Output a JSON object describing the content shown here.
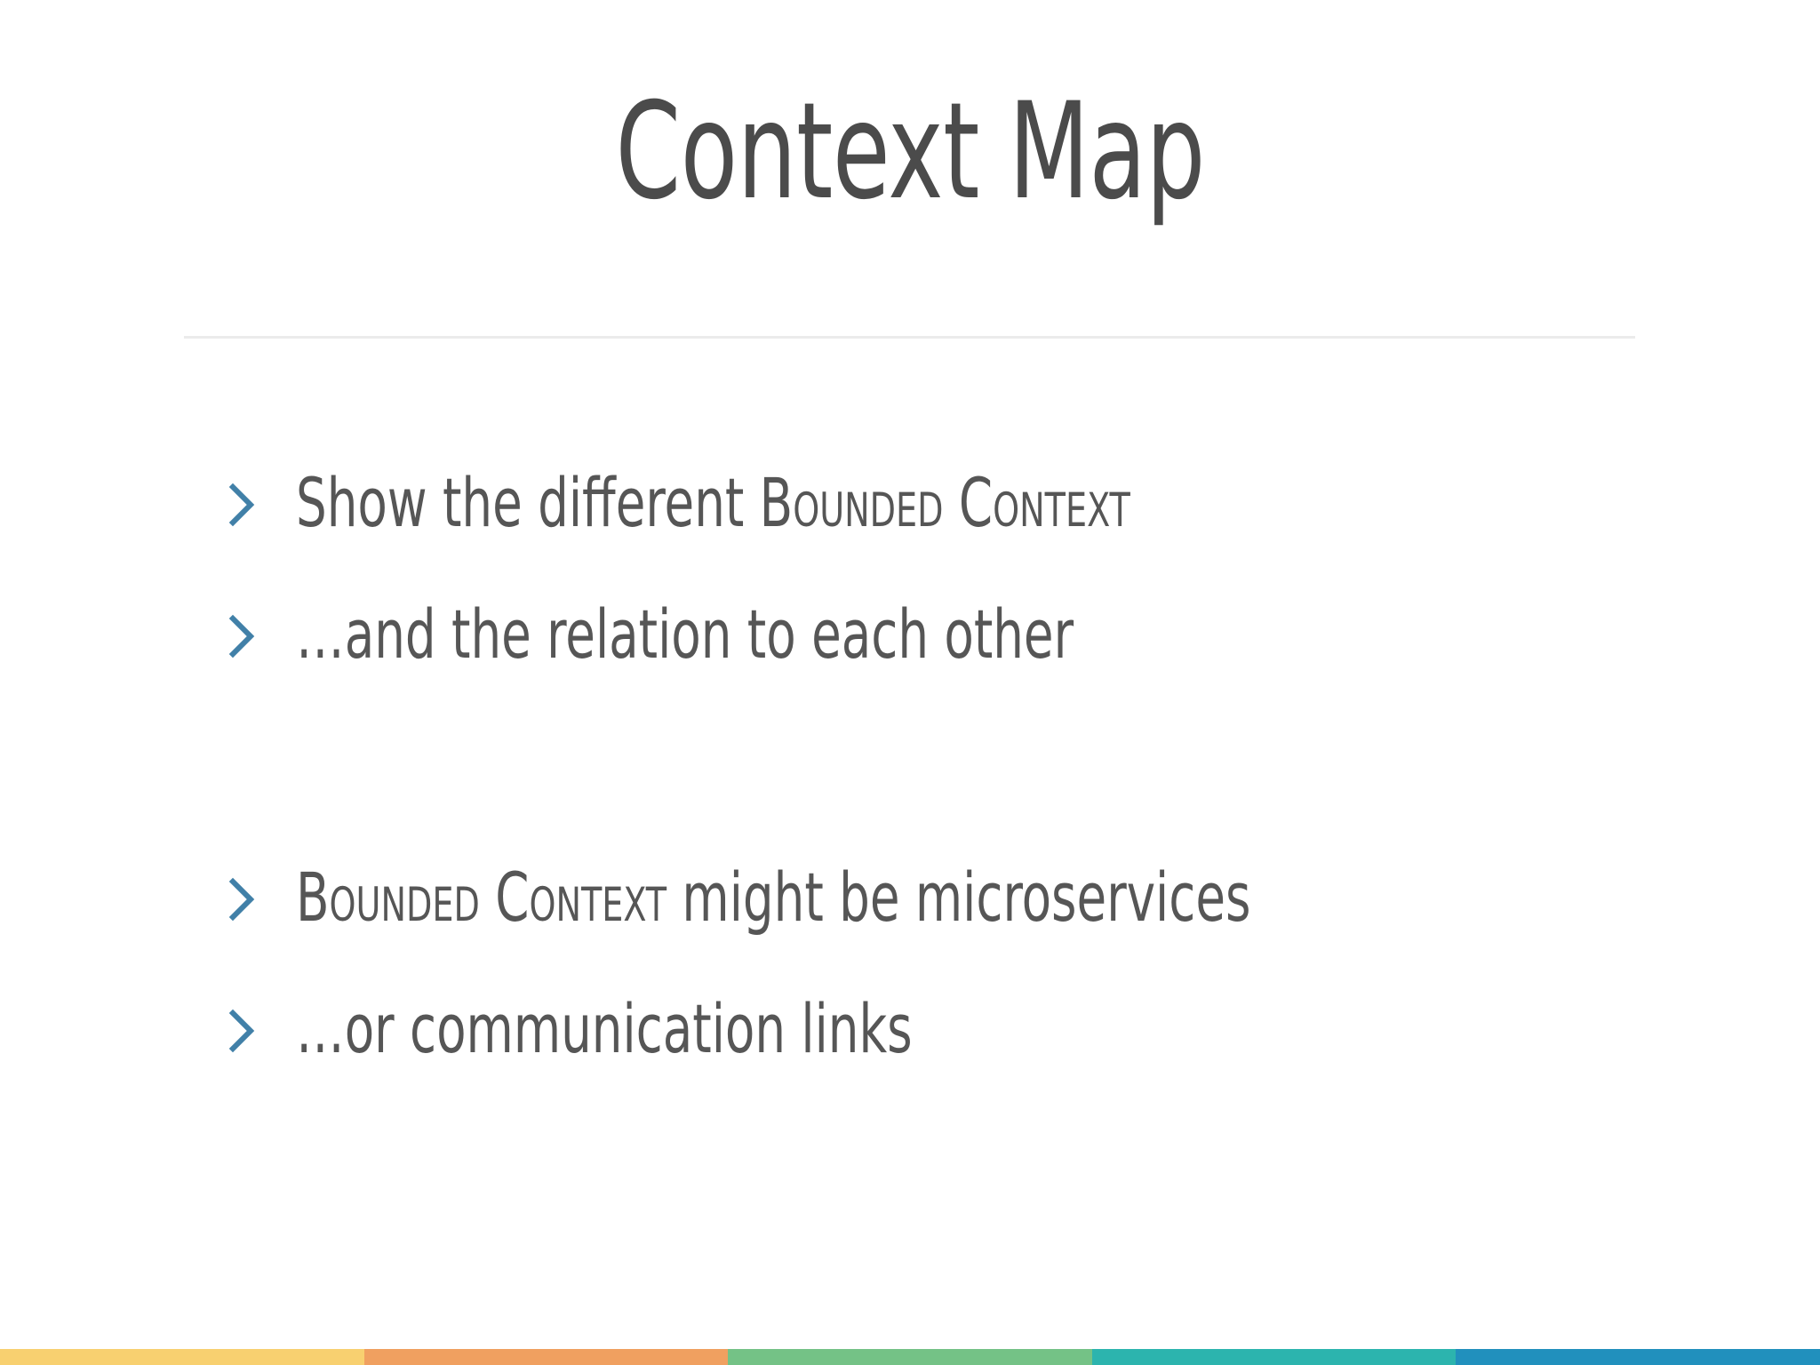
{
  "slide": {
    "title": "Context Map",
    "title_color": "#4b4b4b",
    "background_color": "#ffffff",
    "divider_color": "#ebebeb",
    "body_text_color": "#565656",
    "bullet_marker_color": "#4180a8",
    "bullet_marker_glyph": "chevron-right-icon"
  },
  "bullets": [
    {
      "marker": "›",
      "segments": [
        {
          "text": "Show the different ",
          "style": "normal"
        },
        {
          "text": "Bounded Context",
          "style": "small-caps"
        }
      ],
      "plain": "Show the different BOUNDED CONTEXT"
    },
    {
      "marker": "›",
      "segments": [
        {
          "text": "…and the relation to each other",
          "style": "normal"
        }
      ],
      "plain": "…and the relation to each other"
    },
    {
      "marker": "",
      "segments": [],
      "plain": "",
      "spacer": true
    },
    {
      "marker": "›",
      "segments": [
        {
          "text": "Bounded Context",
          "style": "small-caps"
        },
        {
          "text": " might be microservices",
          "style": "normal"
        }
      ],
      "plain": "BOUNDED CONTEXT might be microservices"
    },
    {
      "marker": "›",
      "segments": [
        {
          "text": "…or communication links",
          "style": "normal"
        }
      ],
      "plain": "…or communication links"
    }
  ],
  "colorbar": {
    "segments": [
      {
        "name": "yellow",
        "color": "#f8d070",
        "width_pct": 20
      },
      {
        "name": "orange",
        "color": "#f0a060",
        "width_pct": 20
      },
      {
        "name": "green",
        "color": "#74c286",
        "width_pct": 20
      },
      {
        "name": "teal",
        "color": "#2cb4ae",
        "width_pct": 20
      },
      {
        "name": "blue",
        "color": "#2190bd",
        "width_pct": 20
      }
    ]
  }
}
